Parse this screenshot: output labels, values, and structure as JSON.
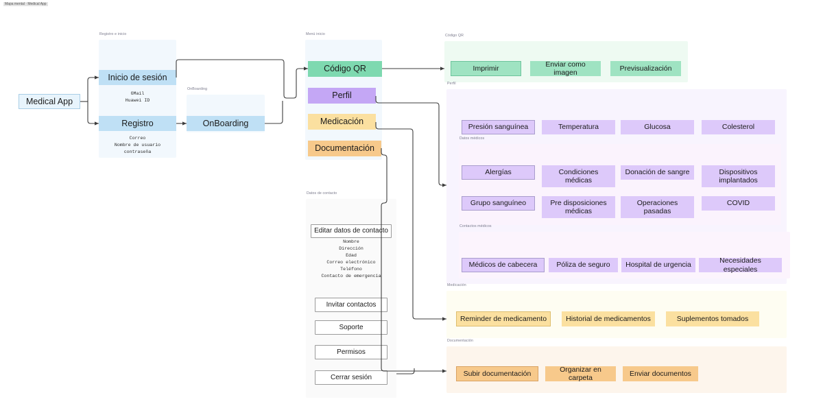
{
  "canvas": {
    "corner_tag": "Mapa mental · Medical App"
  },
  "root": {
    "label": "Medical App"
  },
  "frames": {
    "auth": {
      "label": "Registro e inicio"
    },
    "onboarding": {
      "label": "OnBoarding"
    },
    "menu": {
      "label": "Menú inicio"
    },
    "codigo_qr": {
      "label": "Código QR"
    },
    "perfil": {
      "label": "Perfil"
    },
    "datos_medicos": {
      "label": "Datos médicos"
    },
    "contactos_medicos": {
      "label": "Contactos médicos"
    },
    "medicacion": {
      "label": "Medicación"
    },
    "documentacion": {
      "label": "Documentación"
    },
    "contacto": {
      "label": "Datos de contacto"
    }
  },
  "auth": {
    "login": {
      "label": "Inicio de sesión",
      "fields": [
        "GMail",
        "Huawei ID"
      ]
    },
    "register": {
      "label": "Registro",
      "fields": [
        "Correo",
        "Nombre de usuario",
        "contraseña"
      ]
    }
  },
  "onboarding": {
    "label": "OnBoarding"
  },
  "menu": {
    "items": [
      {
        "label": "Código QR",
        "color": "green"
      },
      {
        "label": "Perfil",
        "color": "purple"
      },
      {
        "label": "Medicación",
        "color": "yellow"
      },
      {
        "label": "Documentación",
        "color": "orange"
      }
    ]
  },
  "codigo_qr": {
    "actions": [
      "Imprimir",
      "Enviar como imagen",
      "Previsualización"
    ]
  },
  "perfil": {
    "vitals": [
      "Presión sanguínea",
      "Temperatura",
      "Glucosa",
      "Colesterol"
    ],
    "medical": [
      "Alergías",
      "Condiciones médicas",
      "Donación de sangre",
      "Dispositivos implantados",
      "Grupo sanguíneo",
      "Pre disposiciones médicas",
      "Operaciones pasadas",
      "COVID"
    ],
    "contacts": [
      "Médicos de cabecera",
      "Póliza de seguro",
      "Hospital de urgencia",
      "Necesidades especiales"
    ]
  },
  "medicacion": {
    "actions": [
      "Reminder de medicamento",
      "Historial de medicamentos",
      "Suplementos tomados"
    ]
  },
  "documentacion": {
    "actions": [
      "Subir documentación",
      "Organizar en carpeta",
      "Enviar documentos"
    ]
  },
  "contacto": {
    "edit_button": "Editar datos de contacto",
    "fields": [
      "Nombre",
      "Dirección",
      "Edad",
      "Correo electrónico",
      "Teléfono",
      "Contacto de emergencia"
    ],
    "buttons": [
      "Invitar contactos",
      "Soporte",
      "Permisos",
      "Cerrar sesión"
    ]
  },
  "colors": {
    "blue": "#bfe0f5",
    "green": "#7ed9b0",
    "green_light": "#9fe3c2",
    "purple": "#c4a7f5",
    "purple_light": "#ddc9fa",
    "yellow": "#fbe0a0",
    "orange": "#f7c98b",
    "wire": "#3c3c3c"
  }
}
